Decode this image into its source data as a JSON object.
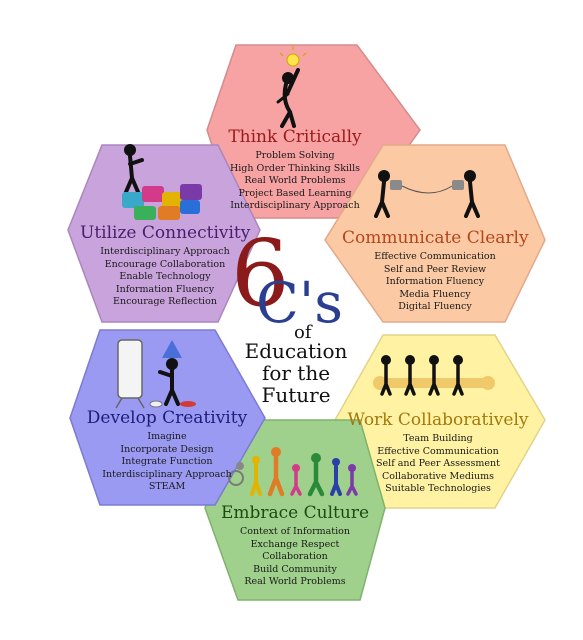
{
  "center": {
    "six": "6",
    "cs": "C's",
    "of": "of",
    "lines": [
      "Education",
      "for the",
      "Future"
    ]
  },
  "hexagons": [
    {
      "id": "think",
      "title": "Think Critically",
      "fill": "#f7a3a3",
      "stroke": "#d58b8b",
      "title_color": "#9b1b1b",
      "items": [
        "Problem Solving",
        "High Order Thinking Skills",
        "Real World Problems",
        "Project Based Learning",
        "Interdisciplinary Approach"
      ]
    },
    {
      "id": "communicate",
      "title": "Communicate Clearly",
      "fill": "#fbc9a3",
      "stroke": "#e2a98a",
      "title_color": "#b5451b",
      "items": [
        "Effective Communication",
        "Self and Peer Review",
        "Information Fluency",
        "Media Fluency",
        "Digital Fluency"
      ]
    },
    {
      "id": "work",
      "title": "Work Collaboratively",
      "fill": "#fff2a3",
      "stroke": "#e2d38a",
      "title_color": "#a2790a",
      "items": [
        "Team Building",
        "Effective Communication",
        "Self and Peer Assessment",
        "Collaborative Mediums",
        "Suitable Technologies"
      ]
    },
    {
      "id": "embrace",
      "title": "Embrace Culture",
      "fill": "#9fd18c",
      "stroke": "#7fb26c",
      "title_color": "#1f4a14",
      "items": [
        "Context of Information",
        "Exchange Respect",
        "Collaboration",
        "Build Community",
        "Real World Problems"
      ]
    },
    {
      "id": "develop",
      "title": "Develop Creativity",
      "fill": "#9a9af2",
      "stroke": "#7b7bd3",
      "title_color": "#1c1c7a",
      "items": [
        "Imagine",
        "Incorporate Design",
        "Integrate Function",
        "Interdisciplinary Approach",
        "STEAM"
      ]
    },
    {
      "id": "utilize",
      "title": "Utilize Connectivity",
      "fill": "#c9a3dc",
      "stroke": "#ab86be",
      "title_color": "#4b1c6e",
      "items": [
        "Interdisciplinary Approach",
        "Encourage Collaboration",
        "Enable Technology",
        "Information Fluency",
        "Encourage Reflection"
      ]
    }
  ],
  "icons": {
    "think": "thinker-lightbulb-icon",
    "communicate": "can-telephone-icon",
    "work": "teamwork-figures-icon",
    "embrace": "diverse-people-icon",
    "develop": "mirror-party-figure-icon",
    "utilize": "puzzle-pieces-icon"
  }
}
